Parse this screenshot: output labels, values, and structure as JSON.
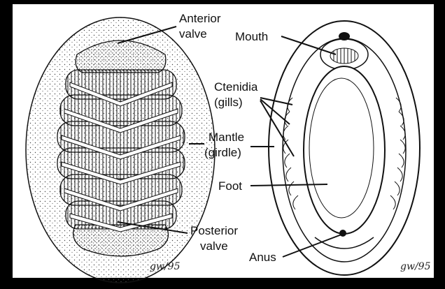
{
  "labels": {
    "anterior_valve": [
      "Anterior",
      "valve"
    ],
    "posterior_valve": [
      "Posterior",
      "valve"
    ],
    "mouth": "Mouth",
    "ctenidia": [
      "Ctenidia",
      "(gills)"
    ],
    "mantle": [
      "Mantle",
      "(girdle)"
    ],
    "foot": "Foot",
    "anus": "Anus"
  },
  "signatures": [
    "gw/95",
    "gw/95"
  ],
  "colors": {
    "background": "#000000",
    "paper": "#ffffff",
    "ink": "#111111"
  }
}
